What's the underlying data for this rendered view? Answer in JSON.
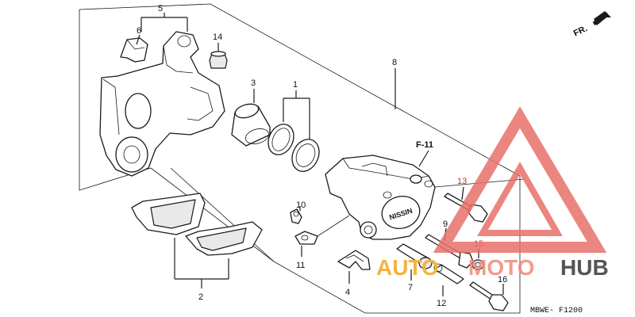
{
  "diagram": {
    "callouts": {
      "c1": "1",
      "c2": "2",
      "c3": "3",
      "c4": "4",
      "c5": "5",
      "c6": "6",
      "c7": "7",
      "c8": "8",
      "c9": "9",
      "c10": "10",
      "c11": "11",
      "c12": "12",
      "c13": "13",
      "c14": "14",
      "c15": "15",
      "c16": "16"
    },
    "ref_f11": "F-11",
    "caliper_logo": "NISSIN",
    "direction_label": "FR.",
    "drawing_code": "MBWE- F1200"
  },
  "watermark": {
    "text_left": "AUTO",
    "text_mid": "MOTO",
    "text_right": "HUB",
    "colors": {
      "triangle": "#e8706b",
      "auto": "#f2b441",
      "moto": "#ef8a7a",
      "hub": "#555555"
    }
  },
  "highlight_colors": {
    "callout_13": "#c0392b",
    "callout_15": "#c0392b"
  }
}
